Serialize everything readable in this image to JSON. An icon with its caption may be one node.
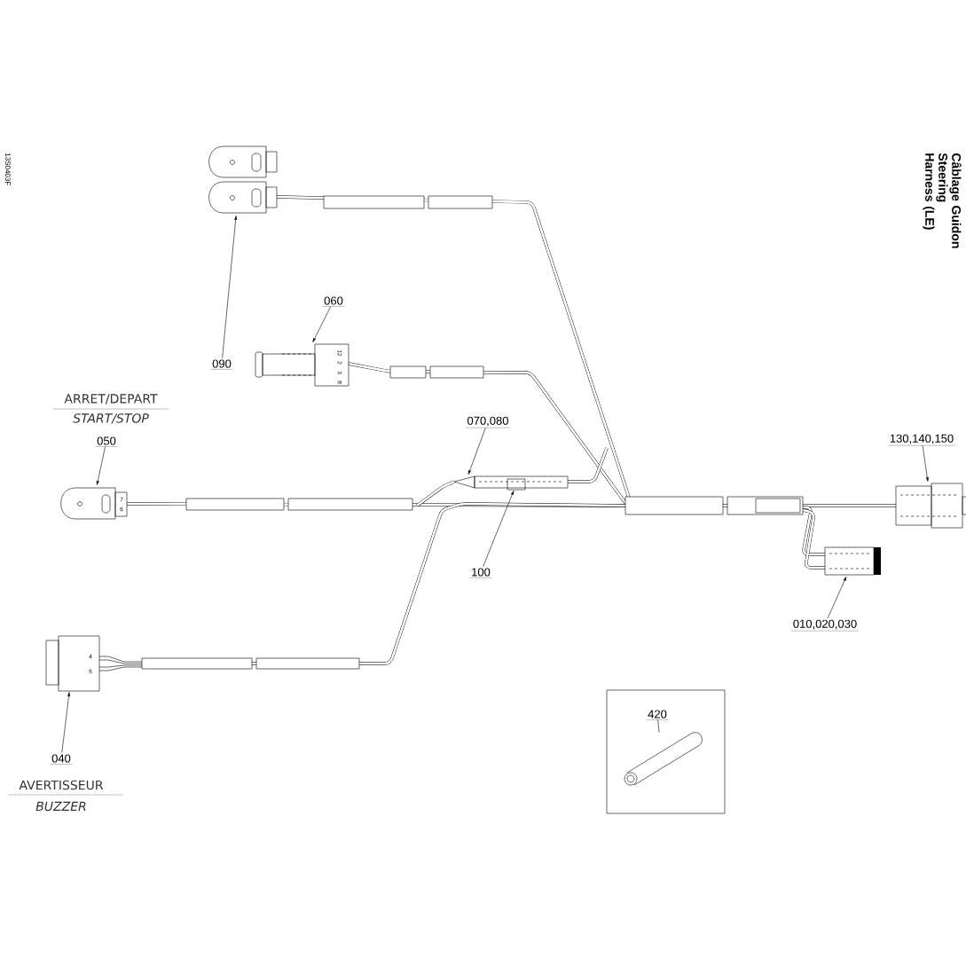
{
  "diagram": {
    "title": "Câblage Guidon Steering Harness (LE)",
    "nodes": [
      {
        "text": [],
        "shape": "picture"
      },
      {
        "text": [
          "090"
        ]
      },
      {
        "text": [],
        "shape": "picture"
      },
      {
        "text": [
          "060"
        ]
      },
      {
        "text": [],
        "shape": "picture"
      },
      {
        "text": [
          "050"
        ],
        "beside": [
          "ARRET/DEPART",
          "START/STOP"
        ]
      },
      {
        "text": [],
        "shape": "picture"
      },
      {
        "text": [
          "070,080"
        ]
      },
      {
        "text": [],
        "shape": "picture"
      },
      {
        "text": [
          "100"
        ]
      },
      {
        "text": [],
        "shape": "picture"
      },
      {
        "text": [
          "130,140,150"
        ]
      },
      {
        "text": [],
        "shape": "picture"
      },
      {
        "text": [
          "010,020,030"
        ]
      },
      {
        "text": [],
        "shape": "picture"
      },
      {
        "text": [
          "040"
        ],
        "beside": [
          "AVERTISSEUR",
          "BUZZER"
        ]
      },
      {
        "text": [],
        "shape": "box"
      },
      {
        "text": [
          "420"
        ],
        "in": 16
      },
      {
        "text": [],
        "shape": "picture",
        "in": 16
      }
    ],
    "edges": [
      {
        "from": 1,
        "to": 0,
        "arrow": "to"
      },
      {
        "from": 3,
        "to": 2,
        "arrow": "to"
      },
      {
        "from": 5,
        "to": 4,
        "arrow": "to"
      },
      {
        "from": 7,
        "to": 6,
        "arrow": "to"
      },
      {
        "from": 9,
        "to": 8,
        "arrow": "to"
      },
      {
        "from": 11,
        "to": 10,
        "arrow": "to"
      },
      {
        "from": 13,
        "to": 12,
        "arrow": "to"
      },
      {
        "from": 15,
        "to": 14,
        "arrow": "to"
      },
      {
        "from": 17,
        "to": 18,
        "arrow": "none"
      }
    ],
    "labels": [
      "13S0403F",
      "12",
      "2",
      "3",
      "8",
      "7",
      "6",
      "4",
      "5"
    ]
  }
}
